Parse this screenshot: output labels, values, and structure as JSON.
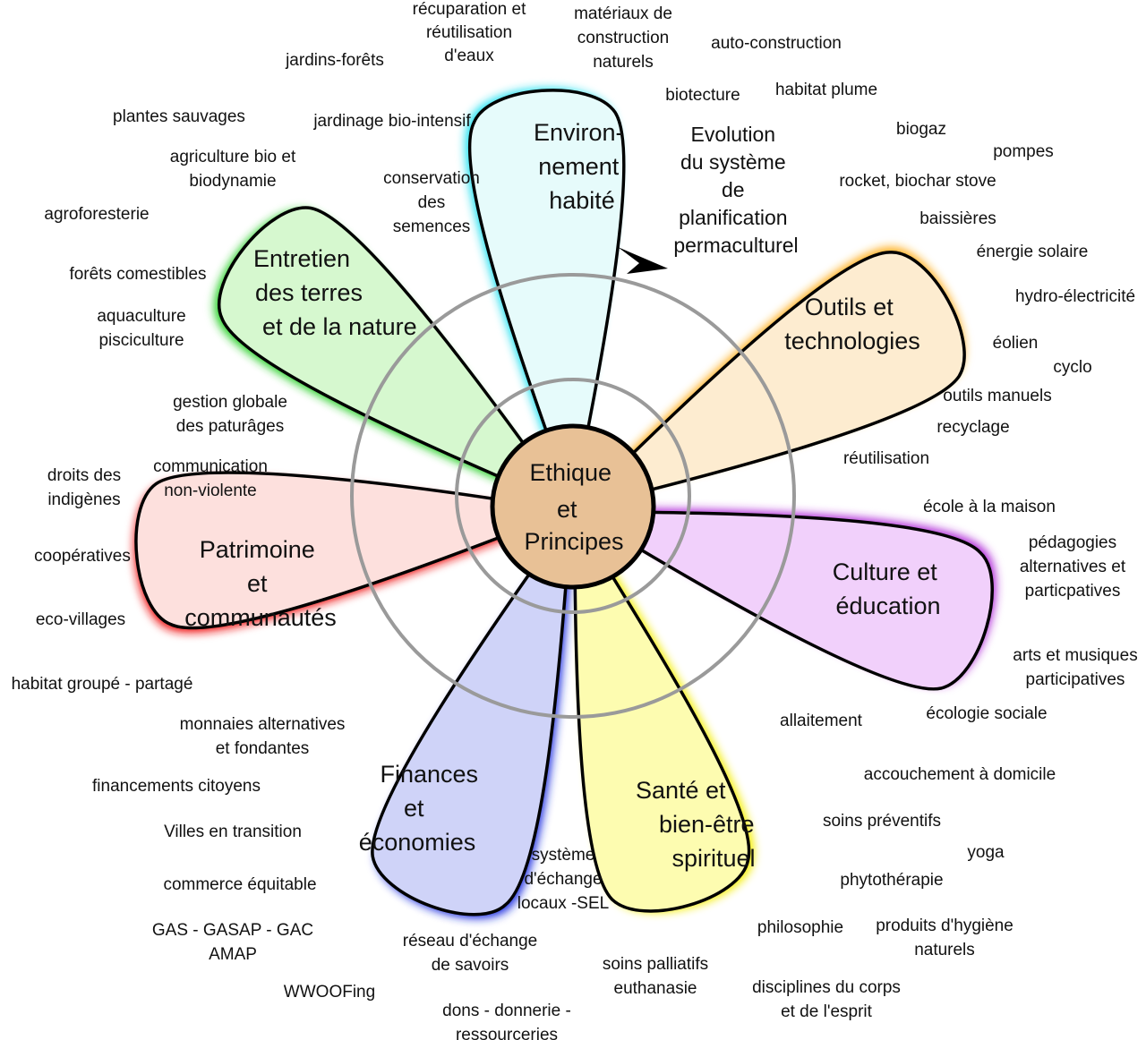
{
  "center": {
    "lines": [
      "Ethique",
      "et",
      "Principes"
    ],
    "fill": "#e8c196"
  },
  "evolution": {
    "lines": [
      "Evolution",
      "du système",
      "de",
      "planification",
      "permaculturel"
    ]
  },
  "petals": [
    {
      "id": "environnement",
      "title": [
        "Environ-",
        "nement",
        "habité"
      ],
      "fill": "#e6fbfb",
      "glow": "#22e0f0"
    },
    {
      "id": "outils",
      "title": [
        "Outils et",
        "technologies"
      ],
      "fill": "#fdecd0",
      "glow": "#ffae1a"
    },
    {
      "id": "culture",
      "title": [
        "Culture et",
        "éducation"
      ],
      "fill": "#f1d0fb",
      "glow": "#b02cd8"
    },
    {
      "id": "sante",
      "title": [
        "Santé et",
        "bien-être",
        "spirituel"
      ],
      "fill": "#fdfcb0",
      "glow": "#f4ee00"
    },
    {
      "id": "finances",
      "title": [
        "Finances",
        "et",
        "économies"
      ],
      "fill": "#cfd3f8",
      "glow": "#1a2ee0"
    },
    {
      "id": "patrimoine",
      "title": [
        "Patrimoine",
        "et",
        "communautés"
      ],
      "fill": "#fde0dd",
      "glow": "#f01818"
    },
    {
      "id": "entretien",
      "title": [
        "Entretien",
        "des terres",
        "et de la nature"
      ],
      "fill": "#d6f8cf",
      "glow": "#28d028"
    }
  ],
  "labels": [
    {
      "lines": [
        "récuparation et",
        "réutilisation",
        "d'eaux"
      ]
    },
    {
      "lines": [
        "matériaux de",
        "construction",
        "naturels"
      ]
    },
    {
      "lines": [
        "auto-construction"
      ]
    },
    {
      "lines": [
        "jardins-forêts"
      ]
    },
    {
      "lines": [
        "biotecture"
      ]
    },
    {
      "lines": [
        "habitat plume"
      ]
    },
    {
      "lines": [
        "plantes sauvages"
      ]
    },
    {
      "lines": [
        "jardinage bio-intensif"
      ]
    },
    {
      "lines": [
        "biogaz"
      ]
    },
    {
      "lines": [
        "pompes"
      ]
    },
    {
      "lines": [
        "agriculture bio et",
        "biodynamie"
      ]
    },
    {
      "lines": [
        "conservation",
        "des",
        "semences"
      ]
    },
    {
      "lines": [
        "rocket, biochar stove"
      ]
    },
    {
      "lines": [
        "agroforesterie"
      ]
    },
    {
      "lines": [
        "baissières"
      ]
    },
    {
      "lines": [
        "énergie solaire"
      ]
    },
    {
      "lines": [
        "forêts comestibles"
      ]
    },
    {
      "lines": [
        "hydro-électricité"
      ]
    },
    {
      "lines": [
        "aquaculture",
        "pisciculture"
      ]
    },
    {
      "lines": [
        "éolien"
      ]
    },
    {
      "lines": [
        "cyclo"
      ]
    },
    {
      "lines": [
        "outils manuels"
      ]
    },
    {
      "lines": [
        "gestion globale",
        "des paturâges"
      ]
    },
    {
      "lines": [
        "recyclage"
      ]
    },
    {
      "lines": [
        "réutilisation"
      ]
    },
    {
      "lines": [
        "droits des",
        "indigènes"
      ]
    },
    {
      "lines": [
        "communication",
        "non-violente"
      ]
    },
    {
      "lines": [
        "école à la maison"
      ]
    },
    {
      "lines": [
        "pédagogies",
        "alternatives et",
        "particpatives"
      ]
    },
    {
      "lines": [
        "coopératives"
      ]
    },
    {
      "lines": [
        "eco-villages"
      ]
    },
    {
      "lines": [
        "arts et musiques",
        "participatives"
      ]
    },
    {
      "lines": [
        "habitat groupé - partagé"
      ]
    },
    {
      "lines": [
        "écologie sociale"
      ]
    },
    {
      "lines": [
        "allaitement"
      ]
    },
    {
      "lines": [
        "monnaies alternatives",
        "et fondantes"
      ]
    },
    {
      "lines": [
        "accouchement à domicile"
      ]
    },
    {
      "lines": [
        "financements citoyens"
      ]
    },
    {
      "lines": [
        "soins préventifs"
      ]
    },
    {
      "lines": [
        "Villes en transition"
      ]
    },
    {
      "lines": [
        "yoga"
      ]
    },
    {
      "lines": [
        "système",
        "d'échange",
        "locaux -SEL"
      ]
    },
    {
      "lines": [
        "phytothérapie"
      ]
    },
    {
      "lines": [
        "commerce équitable"
      ]
    },
    {
      "lines": [
        "philosophie"
      ]
    },
    {
      "lines": [
        "produits d'hygiène",
        "naturels"
      ]
    },
    {
      "lines": [
        "GAS - GASAP - GAC",
        "AMAP"
      ]
    },
    {
      "lines": [
        "réseau d'échange",
        "de savoirs"
      ]
    },
    {
      "lines": [
        "soins palliatifs",
        "euthanasie"
      ]
    },
    {
      "lines": [
        "WWOOFing"
      ]
    },
    {
      "lines": [
        "disciplines du corps",
        "et de l'esprit"
      ]
    },
    {
      "lines": [
        "dons - donnerie -",
        "ressourceries"
      ]
    }
  ]
}
